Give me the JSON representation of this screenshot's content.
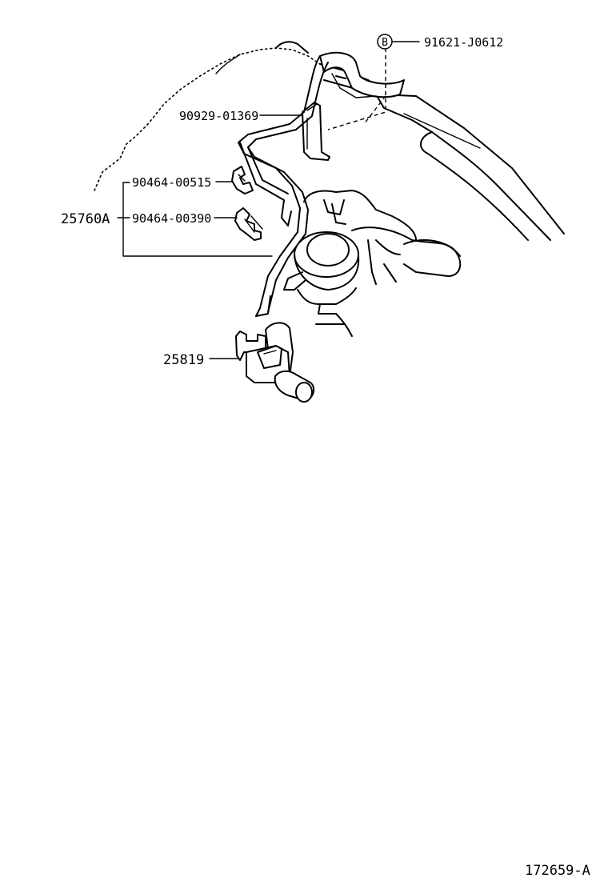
{
  "diagram": {
    "part_labels": {
      "bolt_B": "91621-J0612",
      "clamp_bracket": "90929-01369",
      "clip_1": "90464-00515",
      "clip_2": "90464-00390",
      "hose_assembly": "25760A",
      "vsv": "25819"
    },
    "callout_letter": "B",
    "figure_number": "172659-A"
  }
}
